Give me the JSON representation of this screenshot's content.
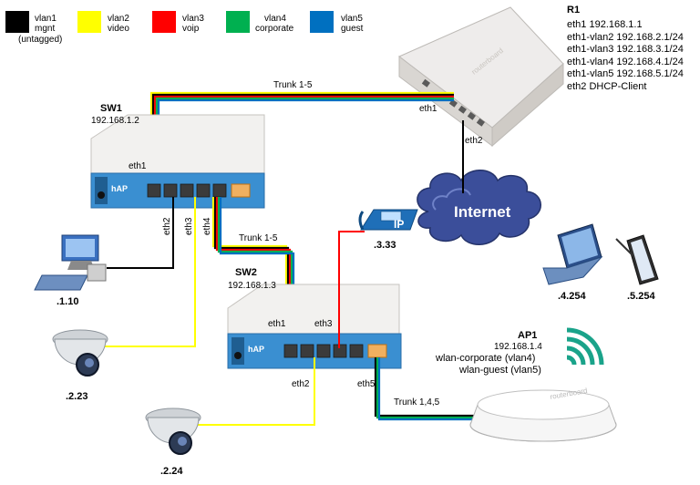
{
  "legend": [
    {
      "name": "vlan1",
      "desc": "mgnt",
      "note": "(untagged)",
      "color": "#000000"
    },
    {
      "name": "vlan2",
      "desc": "video",
      "color": "#ffff00"
    },
    {
      "name": "vlan3",
      "desc": "voip",
      "color": "#ff0000"
    },
    {
      "name": "vlan4",
      "desc": "corporate",
      "color": "#00b050"
    },
    {
      "name": "vlan5",
      "desc": "guest",
      "color": "#0070c0"
    }
  ],
  "r1": {
    "title": "R1",
    "lines": [
      "eth1 192.168.1.1",
      "eth1-vlan2 192.168.2.1/24",
      "eth1-vlan3 192.168.3.1/24",
      "eth1-vlan4 192.168.4.1/24",
      "eth1-vlan5 192.168.5.1/24",
      "eth2 DHCP-Client"
    ],
    "eth1": "eth1",
    "eth2": "eth2"
  },
  "sw1": {
    "title": "SW1",
    "ip": "192.168.1.2",
    "eth1": "eth1",
    "eth2": "eth2",
    "eth3": "eth3",
    "eth4": "eth4",
    "brand": "hAP"
  },
  "sw2": {
    "title": "SW2",
    "ip": "192.168.1.3",
    "eth1": "eth1",
    "eth3": "eth3",
    "eth2": "eth2",
    "eth5": "eth5",
    "brand": "hAP"
  },
  "ap1": {
    "title": "AP1",
    "ip": "192.168.1.4",
    "ssid1": "wlan-corporate (vlan4)",
    "ssid2": "wlan-guest (vlan5)",
    "brand": "routerboard"
  },
  "links": {
    "trunk_r1_sw1": "Trunk 1-5",
    "trunk_sw1_sw2": "Trunk 1-5",
    "trunk_sw2_ap": "Trunk 1,4,5"
  },
  "internet": "Internet",
  "ip_phone": {
    "icon_text": "IP",
    "addr": ".3.33"
  },
  "pc": {
    "addr": ".1.10"
  },
  "cam1": {
    "addr": ".2.23"
  },
  "cam2": {
    "addr": ".2.24"
  },
  "laptop": {
    "addr": ".4.254"
  },
  "tablet": {
    "addr": ".5.254"
  }
}
